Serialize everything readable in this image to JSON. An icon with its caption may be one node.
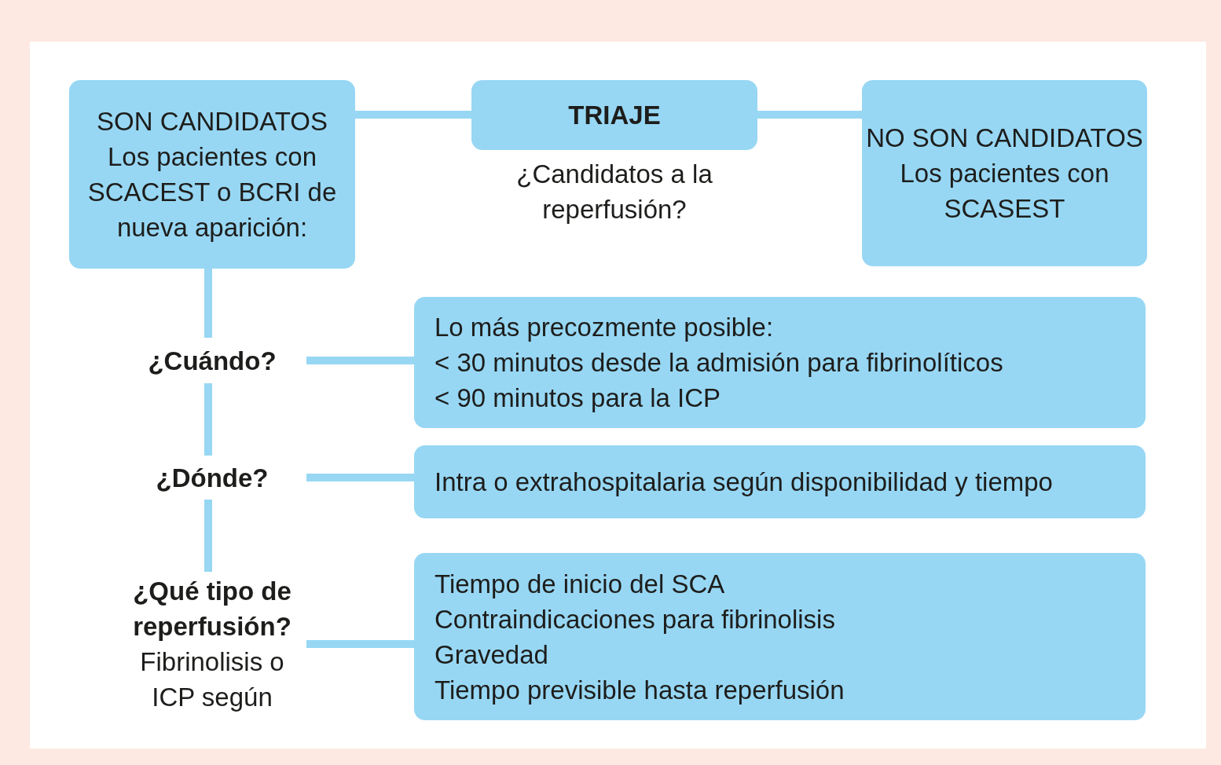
{
  "diagram": {
    "nodes": [
      {
        "text": [
          "SON CANDIDATOS",
          "Los pacientes con SCACEST o BCRI de nueva aparición:"
        ]
      },
      {
        "text": [
          "TRIAJE"
        ],
        "beside": [
          "¿Candidatos a la reperfusión?"
        ]
      },
      {
        "text": [
          "NO SON CANDIDATOS",
          "Los pacientes con SCASEST"
        ]
      },
      {
        "text": [
          "¿Cuándo?"
        ]
      },
      {
        "text": [
          "Lo más precozmente posible:",
          "< 30 minutos desde la admisión para fibrinolíticos",
          "< 90 minutos  para la ICP"
        ]
      },
      {
        "text": [
          "¿Dónde?"
        ]
      },
      {
        "text": [
          "Intra o extrahospitalaria según disponibilidad y tiempo"
        ]
      },
      {
        "text": [
          "¿Qué tipo de reperfusión?",
          "Fibrinolisis o ICP según"
        ]
      },
      {
        "text": [
          "Tiempo de inicio del SCA",
          "Contraindicaciones para fibrinolisis",
          "Gravedad",
          "Tiempo previsible hasta reperfusión"
        ]
      }
    ],
    "edges": [
      {
        "from": 1,
        "to": 0,
        "arrow": "none"
      },
      {
        "from": 1,
        "to": 2,
        "arrow": "none"
      },
      {
        "from": 0,
        "to": 3,
        "arrow": "none"
      },
      {
        "from": 3,
        "to": 5,
        "arrow": "none"
      },
      {
        "from": 5,
        "to": 7,
        "arrow": "none"
      },
      {
        "from": 3,
        "to": 4,
        "arrow": "none"
      },
      {
        "from": 5,
        "to": 6,
        "arrow": "none"
      },
      {
        "from": 7,
        "to": 8,
        "arrow": "none"
      }
    ]
  }
}
